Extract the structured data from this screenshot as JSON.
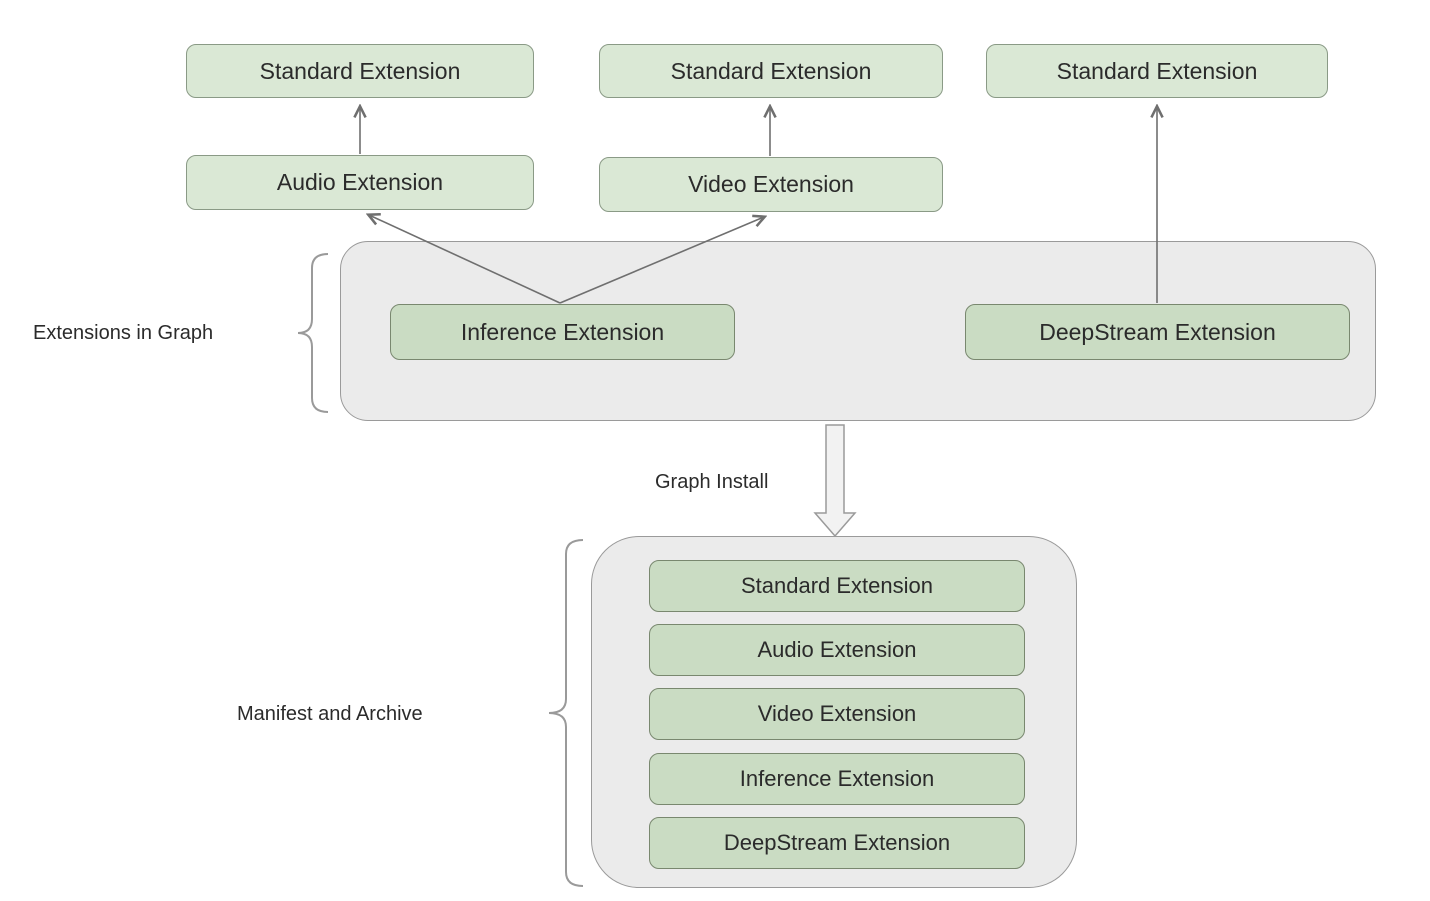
{
  "colors": {
    "canvas-bg": "#ffffff",
    "light-green-fill": "#dae8d5",
    "light-green-border": "#8a9a86",
    "dark-green-fill": "#cadcc3",
    "dark-green-border": "#79886f",
    "container-fill": "#ebebeb",
    "container-border": "#9a9a9a",
    "install-arrow-fill": "#f2f2f2",
    "arrow-color": "#6f6f6f",
    "text-color": "#2b2b2b"
  },
  "nodes": {
    "standard_1": "Standard Extension",
    "standard_2": "Standard Extension",
    "standard_3": "Standard Extension",
    "audio": "Audio Extension",
    "video": "Video Extension",
    "inference": "Inference Extension",
    "deepstream": "DeepStream Extension"
  },
  "labels": {
    "graph_group": "Extensions in Graph",
    "install_arrow": "Graph Install",
    "archive_group": "Manifest and Archive"
  },
  "archive_items": [
    "Standard Extension",
    "Audio Extension",
    "Video Extension",
    "Inference Extension",
    "DeepStream Extension"
  ]
}
